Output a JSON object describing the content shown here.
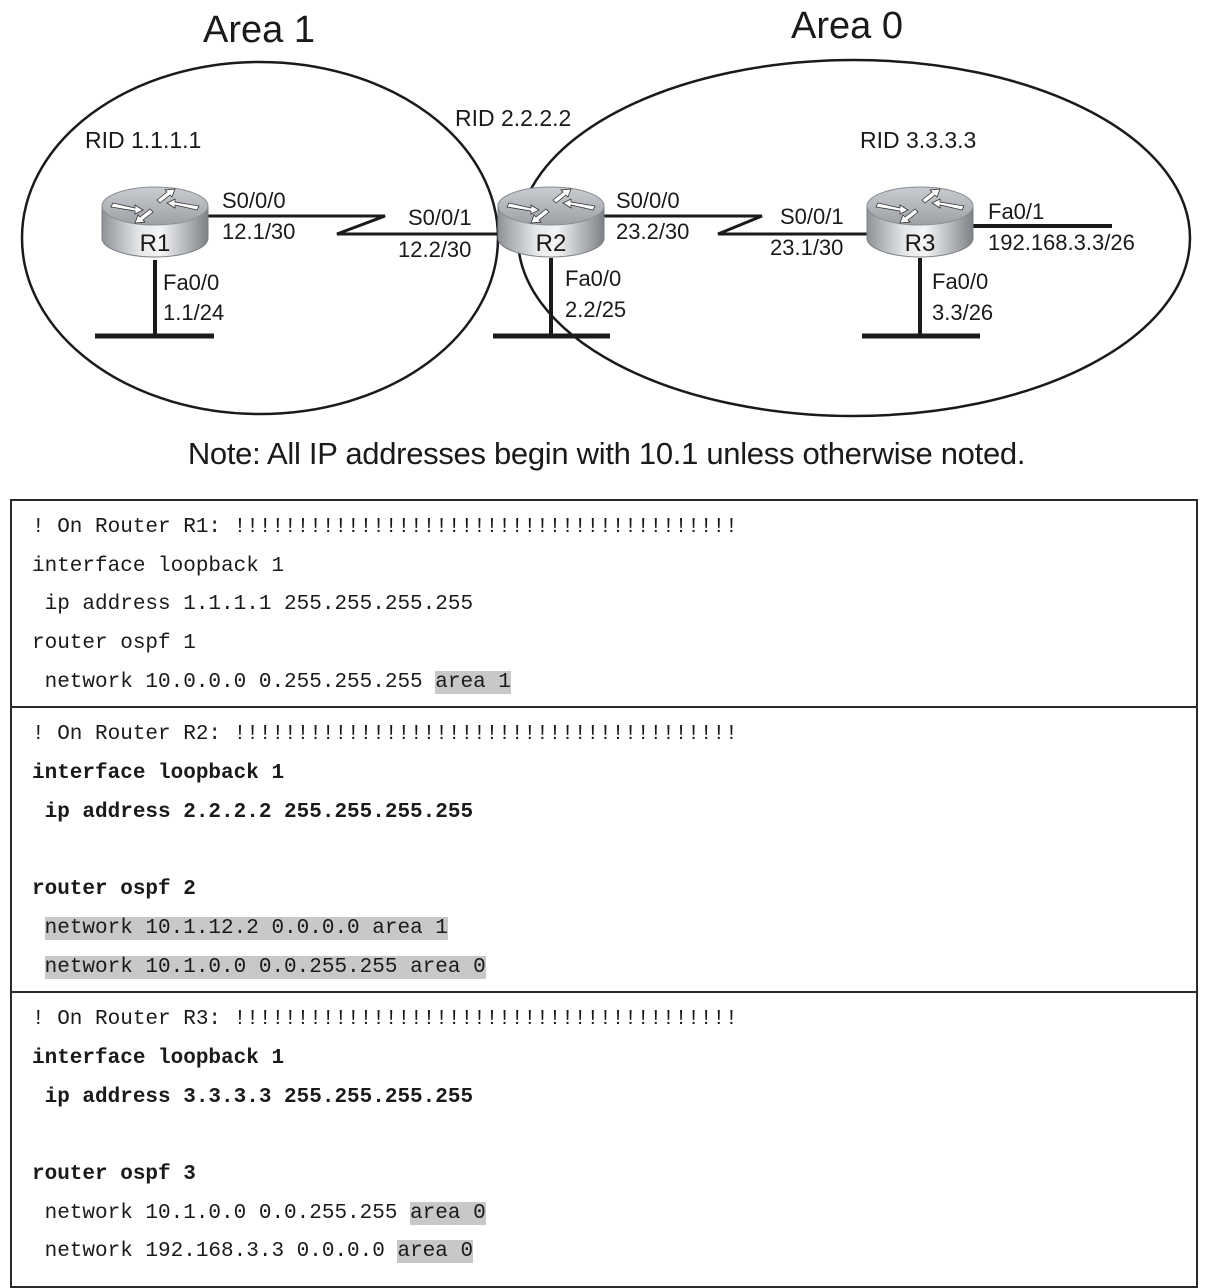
{
  "areas": [
    {
      "id": "area1",
      "label": "Area 1"
    },
    {
      "id": "area0",
      "label": "Area 0"
    }
  ],
  "routers": [
    {
      "id": "R1",
      "label": "R1",
      "rid": "RID 1.1.1.1"
    },
    {
      "id": "R2",
      "label": "R2",
      "rid": "RID 2.2.2.2"
    },
    {
      "id": "R3",
      "label": "R3",
      "rid": "RID 3.3.3.3"
    }
  ],
  "interfaces": {
    "r1_s000": {
      "name": "S0/0/0",
      "addr": "12.1/30"
    },
    "r2_s001": {
      "name": "S0/0/1",
      "addr": "12.2/30"
    },
    "r2_s000": {
      "name": "S0/0/0",
      "addr": "23.2/30"
    },
    "r3_s001": {
      "name": "S0/0/1",
      "addr": "23.1/30"
    },
    "r1_fa00": {
      "name": "Fa0/0",
      "addr": "1.1/24"
    },
    "r2_fa00": {
      "name": "Fa0/0",
      "addr": "2.2/25"
    },
    "r3_fa00": {
      "name": "Fa0/0",
      "addr": "3.3/26"
    },
    "r3_fa01": {
      "name": "Fa0/1",
      "addr": "192.168.3.3/26"
    }
  },
  "note": "Note:  All IP addresses begin with 10.1 unless otherwise noted.",
  "config": [
    {
      "router": "R1",
      "lines": [
        {
          "text": "! On Router R1: !!!!!!!!!!!!!!!!!!!!!!!!!!!!!!!!!!!!!!!!",
          "bold": false,
          "highlight": ""
        },
        {
          "text": "interface loopback 1",
          "bold": false,
          "highlight": ""
        },
        {
          "text": " ip address 1.1.1.1 255.255.255.255",
          "bold": false,
          "highlight": ""
        },
        {
          "text": "router ospf 1",
          "bold": false,
          "highlight": ""
        },
        {
          "text": " network 10.0.0.0 0.255.255.255 ",
          "bold": false,
          "highlight": "area 1"
        }
      ]
    },
    {
      "router": "R2",
      "lines": [
        {
          "text": "! On Router R2: !!!!!!!!!!!!!!!!!!!!!!!!!!!!!!!!!!!!!!!!",
          "bold": false,
          "highlight": ""
        },
        {
          "text": "interface loopback 1",
          "bold": true,
          "highlight": ""
        },
        {
          "text": " ip address 2.2.2.2 255.255.255.255",
          "bold": true,
          "highlight": ""
        },
        {
          "text": "",
          "bold": false,
          "highlight": ""
        },
        {
          "text": "router ospf 2",
          "bold": true,
          "highlight": ""
        },
        {
          "text": " ",
          "bold": false,
          "highlight": "network 10.1.12.2 0.0.0.0 area 1"
        },
        {
          "text": " ",
          "bold": false,
          "highlight": "network 10.1.0.0 0.0.255.255 area 0"
        }
      ]
    },
    {
      "router": "R3",
      "lines": [
        {
          "text": "! On Router R3: !!!!!!!!!!!!!!!!!!!!!!!!!!!!!!!!!!!!!!!!",
          "bold": false,
          "highlight": ""
        },
        {
          "text": "interface loopback 1",
          "bold": true,
          "highlight": ""
        },
        {
          "text": " ip address 3.3.3.3 255.255.255.255",
          "bold": true,
          "highlight": ""
        },
        {
          "text": "",
          "bold": false,
          "highlight": ""
        },
        {
          "text": "router ospf 3",
          "bold": true,
          "highlight": ""
        },
        {
          "text": " network 10.1.0.0 0.0.255.255 ",
          "bold": false,
          "highlight": "area 0"
        },
        {
          "text": " network 192.168.3.3 0.0.0.0 ",
          "bold": false,
          "highlight": "area 0"
        }
      ]
    }
  ],
  "colors": {
    "highlight": "#c8c8c8",
    "line": "#1a1a1a"
  }
}
